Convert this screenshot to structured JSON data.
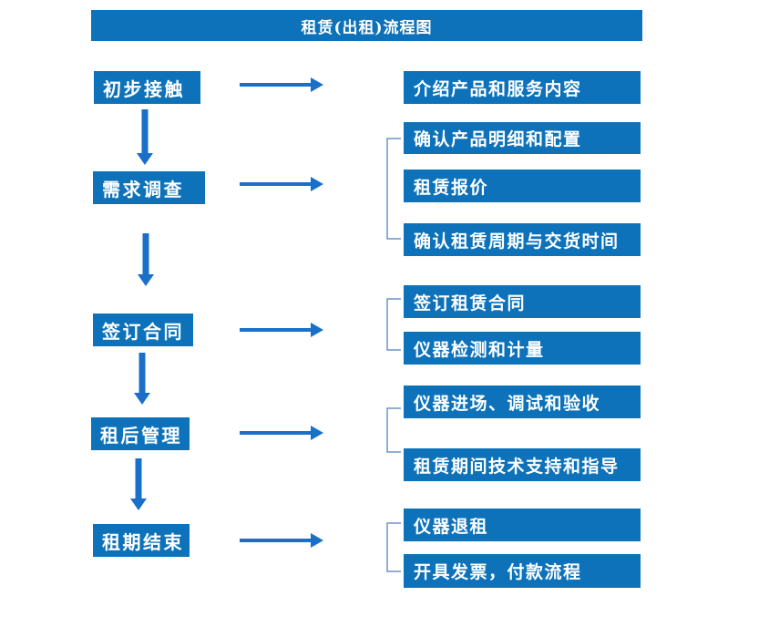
{
  "title": "租赁(出租)流程图",
  "colors": {
    "box_blue": "#0d72b9",
    "arrow_blue": "#1a70c9",
    "bracket_blue": "#6a93cb",
    "text_white": "#ffffff"
  },
  "steps": [
    {
      "label": "初步接触",
      "details": [
        "介绍产品和服务内容"
      ]
    },
    {
      "label": "需求调查",
      "details": [
        "确认产品明细和配置",
        "租赁报价",
        "确认租赁周期与交货时间"
      ]
    },
    {
      "label": "签订合同",
      "details": [
        "签订租赁合同",
        "仪器检测和计量"
      ]
    },
    {
      "label": "租后管理",
      "details": [
        "仪器进场、调试和验收",
        "租赁期间技术支持和指导"
      ]
    },
    {
      "label": "租期结束",
      "details": [
        "仪器退租",
        "开具发票，付款流程"
      ]
    }
  ]
}
